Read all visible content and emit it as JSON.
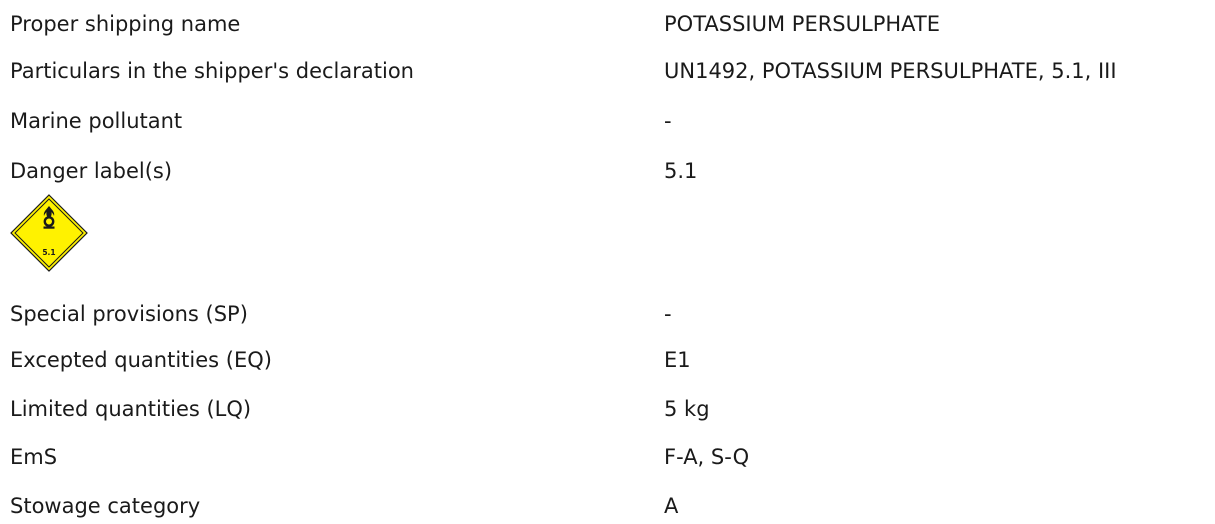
{
  "rows_top": [
    {
      "label": "Proper shipping name",
      "value": "POTASSIUM PERSULPHATE"
    },
    {
      "label": "Particulars in the shipper's declaration",
      "value": "UN1492, POTASSIUM PERSULPHATE, 5.1, III"
    },
    {
      "label": "Marine pollutant",
      "value": "-"
    },
    {
      "label": "Danger label(s)",
      "value": "5.1"
    }
  ],
  "danger_label_icon": {
    "icon": "oxidizer-placard-icon",
    "class_text": "5.1",
    "color": "#FFF200"
  },
  "rows_bottom": [
    {
      "label": "Special provisions (SP)",
      "value": "-"
    },
    {
      "label": "Excepted quantities (EQ)",
      "value": "E1"
    },
    {
      "label": "Limited quantities (LQ)",
      "value": "5 kg"
    },
    {
      "label": "EmS",
      "value": "F-A, S-Q"
    },
    {
      "label": "Stowage category",
      "value": "A"
    }
  ]
}
